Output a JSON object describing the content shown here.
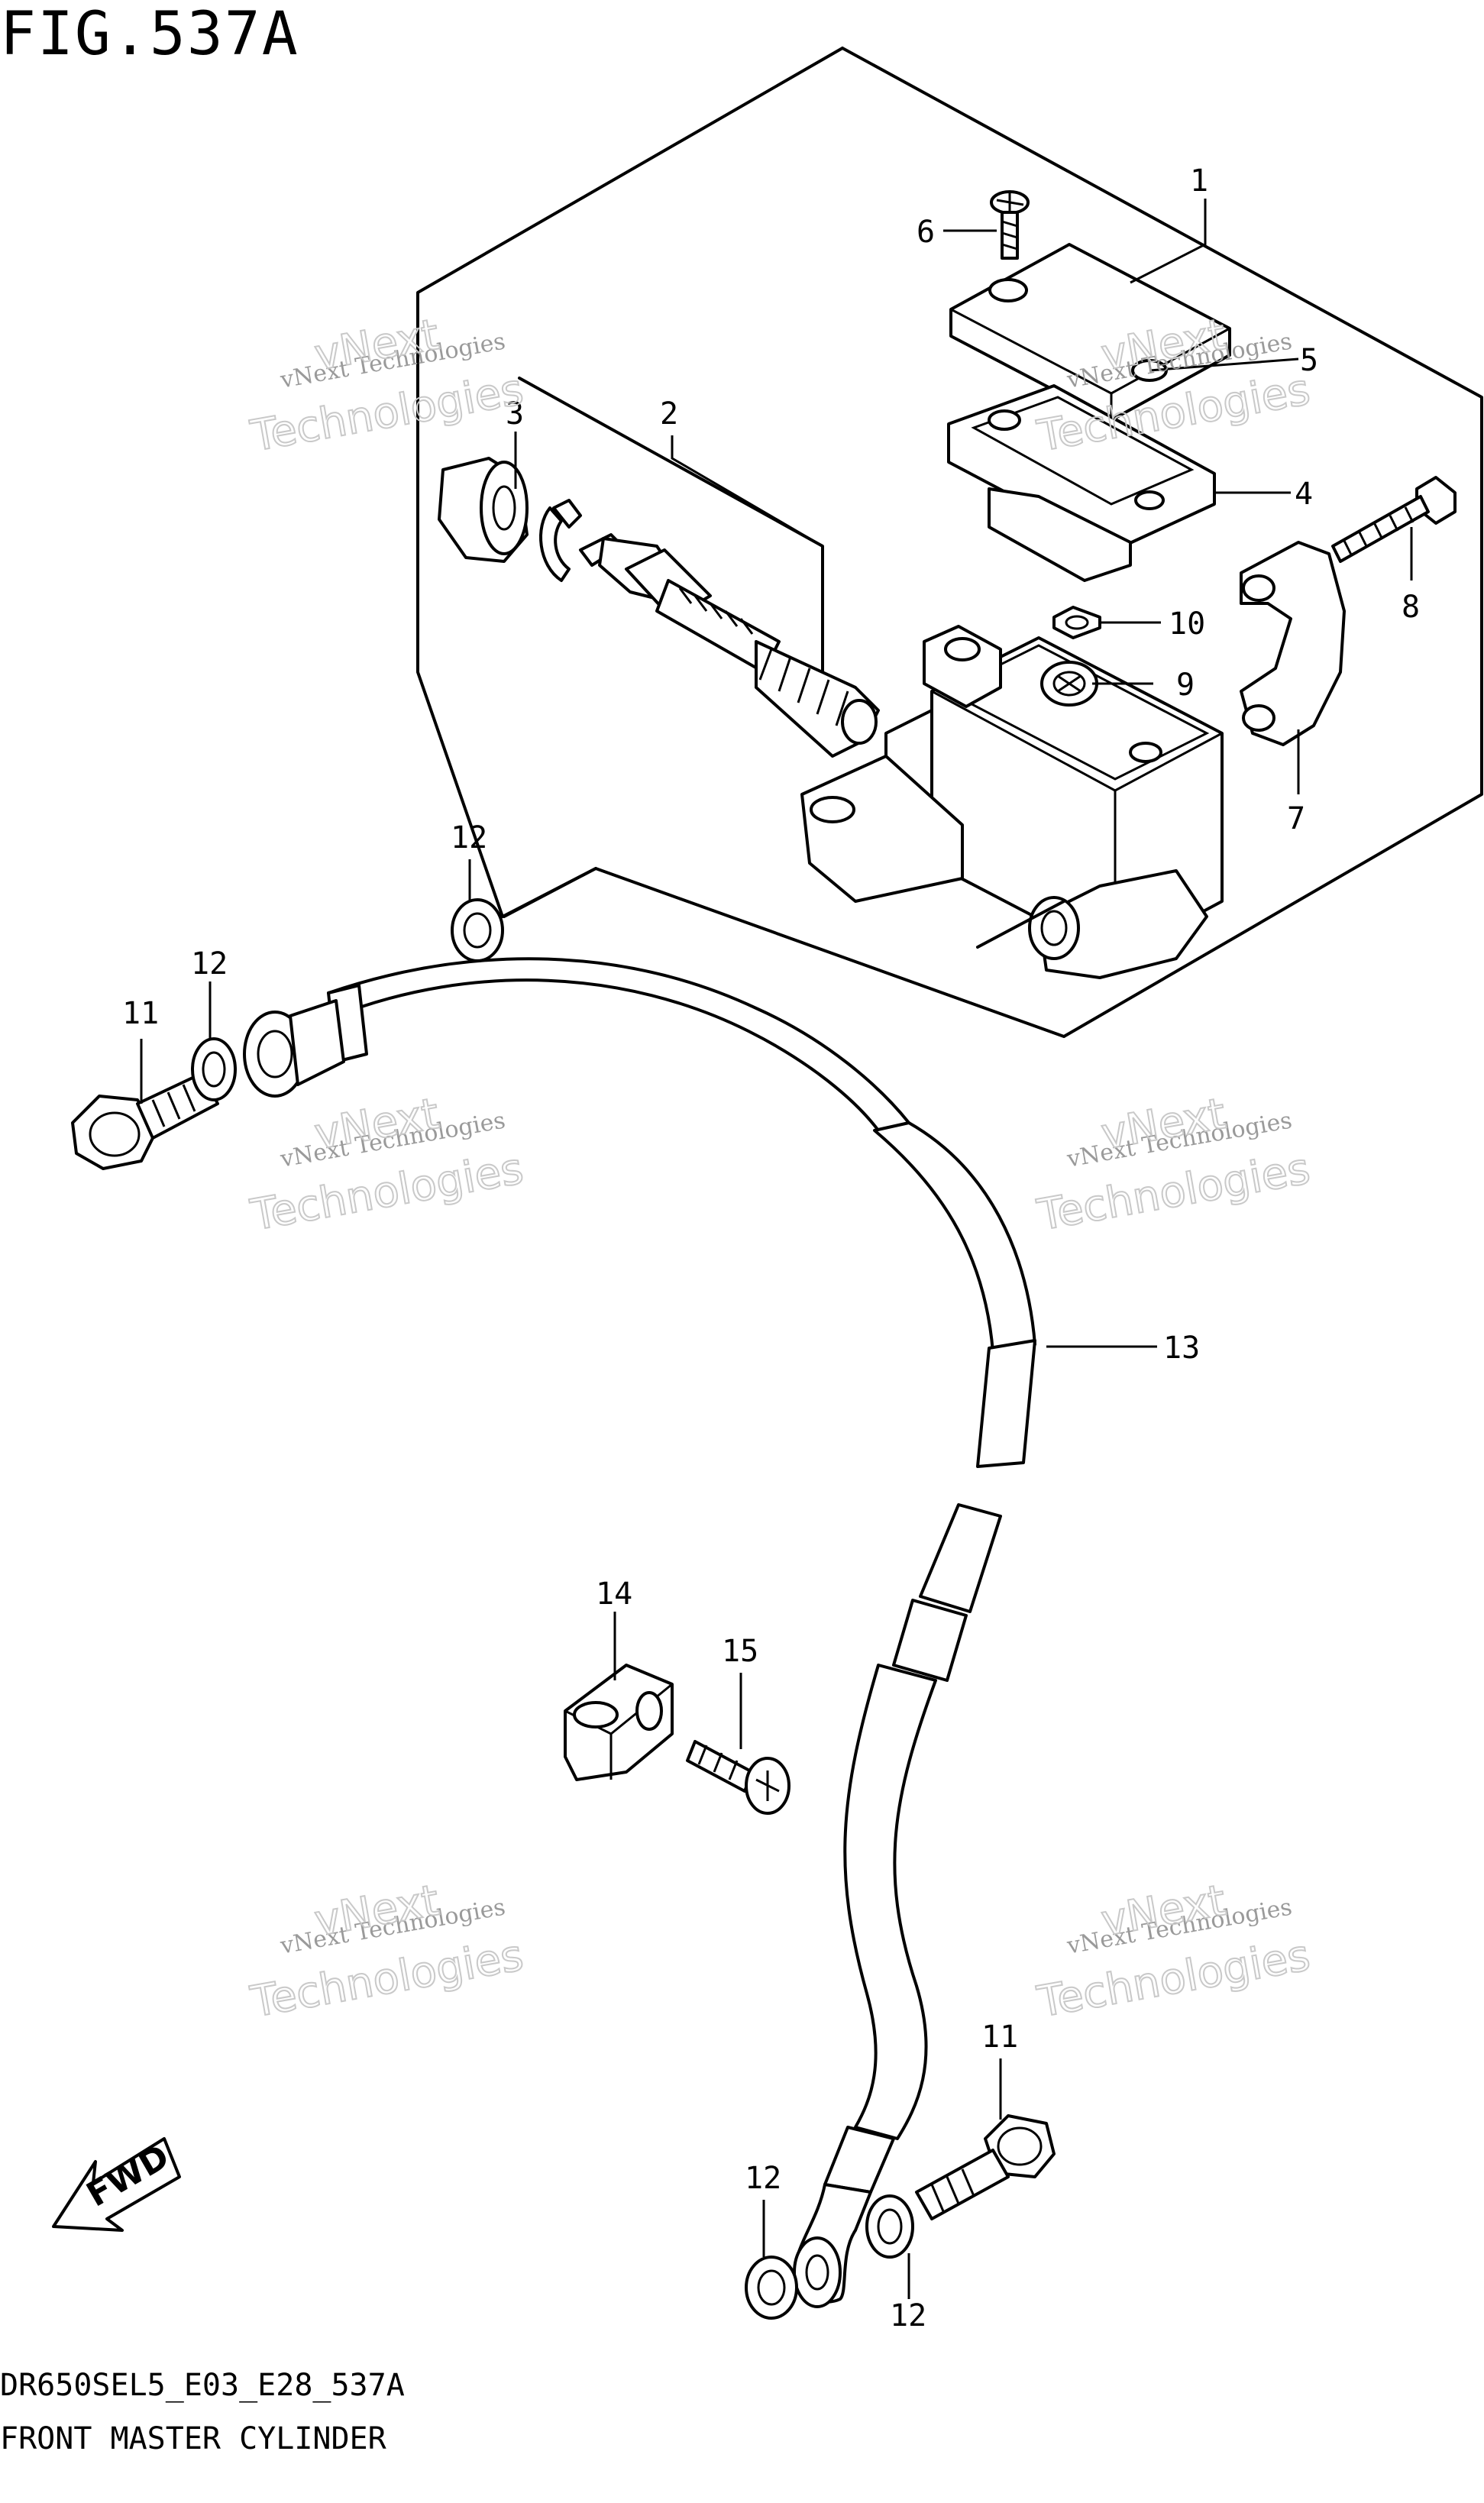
{
  "figure": {
    "title": "FIG.537A",
    "code": "DR650SEL5_E03_E28_537A",
    "name": "FRONT MASTER CYLINDER"
  },
  "watermark": {
    "small": "vNext Technologies",
    "big_line1": "vNext",
    "big_line2": "Technologies"
  },
  "direction_label": "FWD",
  "callouts": {
    "c1": "1",
    "c2": "2",
    "c3": "3",
    "c4": "4",
    "c5": "5",
    "c6": "6",
    "c7": "7",
    "c8": "8",
    "c9": "9",
    "c10": "10",
    "c11a": "11",
    "c11b": "11",
    "c12a": "12",
    "c12b": "12",
    "c12c": "12",
    "c12d": "12",
    "c13": "13",
    "c14": "14",
    "c15": "15"
  },
  "colors": {
    "line": "#000000",
    "background": "#ffffff",
    "watermark": "#9a9a9a"
  }
}
